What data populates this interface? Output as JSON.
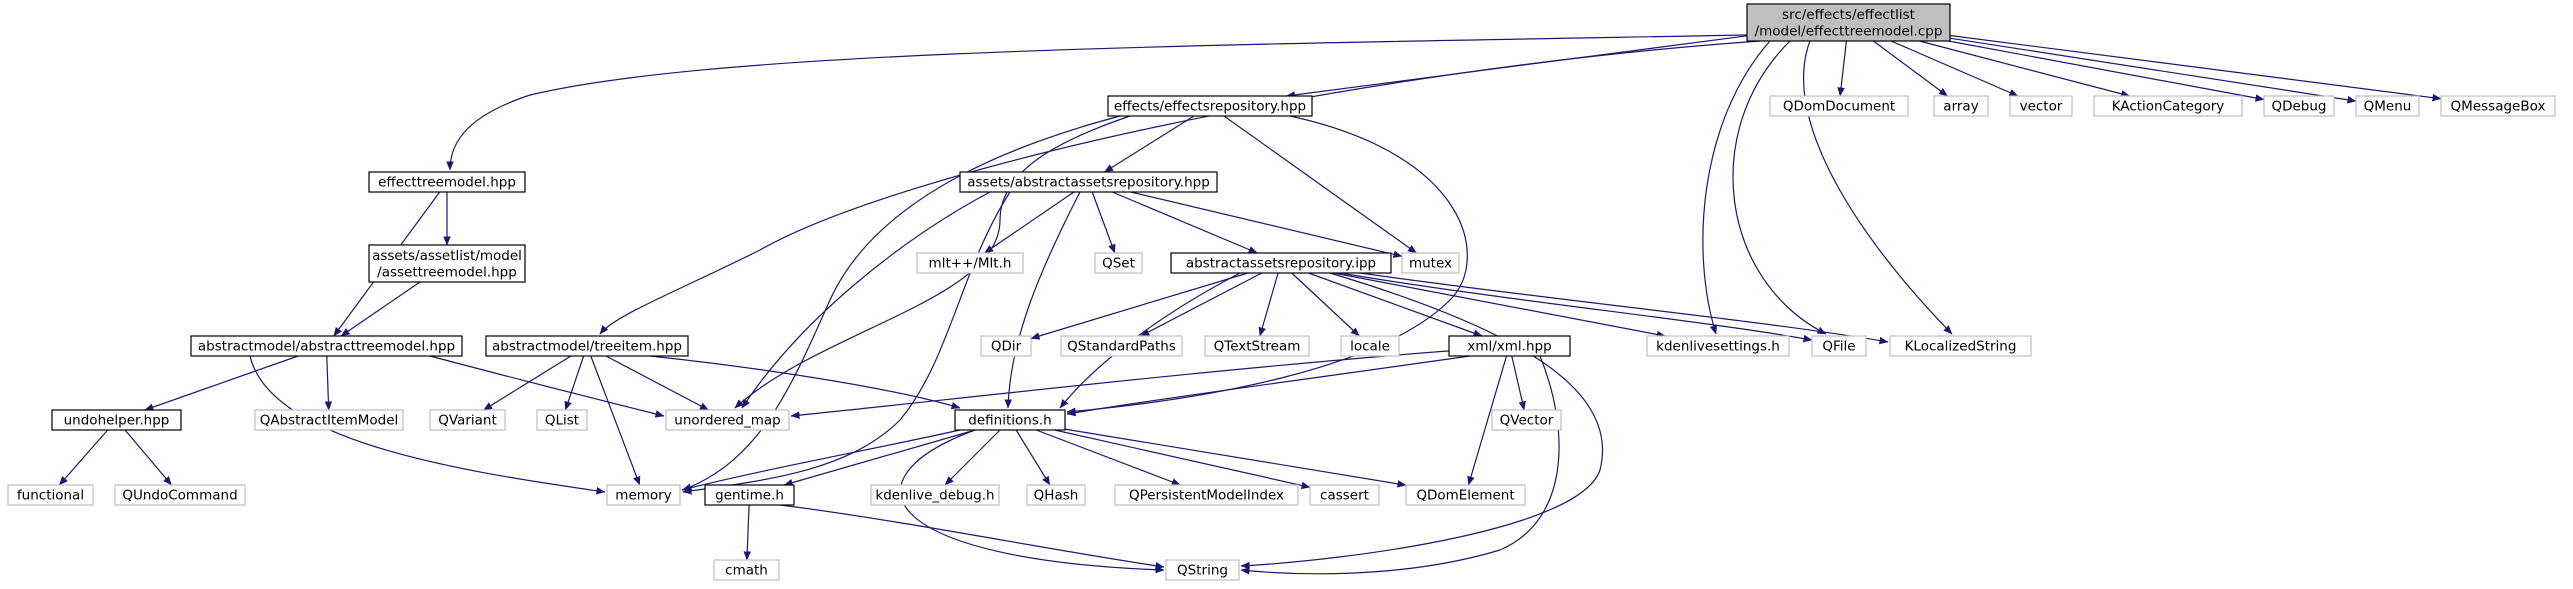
{
  "colors": {
    "edge": "#191970",
    "root_fill": "#bfbfbf",
    "root_border": "#000000",
    "local_fill": "#ffffff",
    "local_border": "#000000",
    "system_fill": "#ffffff",
    "system_border": "#bfbfbf"
  },
  "nodes": {
    "root": {
      "lines": [
        "src/effects/effectlist",
        "/model/effecttreemodel.cpp"
      ],
      "kind": "root"
    },
    "effects_repo": {
      "lines": [
        "effects/effectsrepository.hpp"
      ],
      "kind": "local"
    },
    "effecttreemodel_hpp": {
      "lines": [
        "effecttreemodel.hpp"
      ],
      "kind": "local"
    },
    "assettreemodel": {
      "lines": [
        "assets/assetlist/model",
        "/assettreemodel.hpp"
      ],
      "kind": "local"
    },
    "abstracttreemodel": {
      "lines": [
        "abstractmodel/abstracttreemodel.hpp"
      ],
      "kind": "local"
    },
    "undohelper": {
      "lines": [
        "undohelper.hpp"
      ],
      "kind": "local"
    },
    "functional": {
      "lines": [
        "functional"
      ],
      "kind": "system"
    },
    "qundocommand": {
      "lines": [
        "QUndoCommand"
      ],
      "kind": "system"
    },
    "qabstractitemmodel": {
      "lines": [
        "QAbstractItemModel"
      ],
      "kind": "system"
    },
    "treeitem": {
      "lines": [
        "abstractmodel/treeitem.hpp"
      ],
      "kind": "local"
    },
    "qvariant": {
      "lines": [
        "QVariant"
      ],
      "kind": "system"
    },
    "qlist": {
      "lines": [
        "QList"
      ],
      "kind": "system"
    },
    "unordered_map": {
      "lines": [
        "unordered_map"
      ],
      "kind": "system"
    },
    "memory": {
      "lines": [
        "memory"
      ],
      "kind": "system"
    },
    "abstractassetsrepo_hpp": {
      "lines": [
        "assets/abstractassetsrepository.hpp"
      ],
      "kind": "local"
    },
    "mlt": {
      "lines": [
        "mlt++/Mlt.h"
      ],
      "kind": "system"
    },
    "qset": {
      "lines": [
        "QSet"
      ],
      "kind": "system"
    },
    "mutex": {
      "lines": [
        "mutex"
      ],
      "kind": "system"
    },
    "abstractassetsrepo_ipp": {
      "lines": [
        "abstractassetsrepository.ipp"
      ],
      "kind": "local"
    },
    "qdir": {
      "lines": [
        "QDir"
      ],
      "kind": "system"
    },
    "qstandardpaths": {
      "lines": [
        "QStandardPaths"
      ],
      "kind": "system"
    },
    "qtextstream": {
      "lines": [
        "QTextStream"
      ],
      "kind": "system"
    },
    "locale": {
      "lines": [
        "locale"
      ],
      "kind": "system"
    },
    "xml": {
      "lines": [
        "xml/xml.hpp"
      ],
      "kind": "local"
    },
    "qvector": {
      "lines": [
        "QVector"
      ],
      "kind": "system"
    },
    "kdenlivesettings": {
      "lines": [
        "kdenlivesettings.h"
      ],
      "kind": "system"
    },
    "qfile": {
      "lines": [
        "QFile"
      ],
      "kind": "system"
    },
    "klocalizedstring": {
      "lines": [
        "KLocalizedString"
      ],
      "kind": "system"
    },
    "definitions": {
      "lines": [
        "definitions.h"
      ],
      "kind": "local"
    },
    "gentime": {
      "lines": [
        "gentime.h"
      ],
      "kind": "local"
    },
    "cmath": {
      "lines": [
        "cmath"
      ],
      "kind": "system"
    },
    "kdenlive_debug": {
      "lines": [
        "kdenlive_debug.h"
      ],
      "kind": "system"
    },
    "qhash": {
      "lines": [
        "QHash"
      ],
      "kind": "system"
    },
    "qpersistentmodelindex": {
      "lines": [
        "QPersistentModelIndex"
      ],
      "kind": "system"
    },
    "cassert": {
      "lines": [
        "cassert"
      ],
      "kind": "system"
    },
    "qdomelement": {
      "lines": [
        "QDomElement"
      ],
      "kind": "system"
    },
    "qstring": {
      "lines": [
        "QString"
      ],
      "kind": "system"
    },
    "qdomdocument": {
      "lines": [
        "QDomDocument"
      ],
      "kind": "system"
    },
    "array": {
      "lines": [
        "array"
      ],
      "kind": "system"
    },
    "vector": {
      "lines": [
        "vector"
      ],
      "kind": "system"
    },
    "kactioncategory": {
      "lines": [
        "KActionCategory"
      ],
      "kind": "system"
    },
    "qdebug": {
      "lines": [
        "QDebug"
      ],
      "kind": "system"
    },
    "qmenu": {
      "lines": [
        "QMenu"
      ],
      "kind": "system"
    },
    "qmessagebox": {
      "lines": [
        "QMessageBox"
      ],
      "kind": "system"
    }
  },
  "edges": [
    [
      "root",
      "effects_repo"
    ],
    [
      "root",
      "effecttreemodel_hpp"
    ],
    [
      "root",
      "treeitem"
    ],
    [
      "root",
      "qdomdocument"
    ],
    [
      "root",
      "array"
    ],
    [
      "root",
      "vector"
    ],
    [
      "root",
      "kactioncategory"
    ],
    [
      "root",
      "qdebug"
    ],
    [
      "root",
      "qmenu"
    ],
    [
      "root",
      "qmessagebox"
    ],
    [
      "root",
      "kdenlivesettings"
    ],
    [
      "root",
      "qfile"
    ],
    [
      "root",
      "klocalizedstring"
    ],
    [
      "effects_repo",
      "abstractassetsrepo_hpp"
    ],
    [
      "effects_repo",
      "unordered_map"
    ],
    [
      "effects_repo",
      "memory"
    ],
    [
      "effects_repo",
      "mutex"
    ],
    [
      "effects_repo",
      "definitions"
    ],
    [
      "effecttreemodel_hpp",
      "assettreemodel"
    ],
    [
      "effecttreemodel_hpp",
      "abstracttreemodel"
    ],
    [
      "assettreemodel",
      "abstracttreemodel"
    ],
    [
      "abstracttreemodel",
      "undohelper"
    ],
    [
      "abstracttreemodel",
      "qabstractitemmodel"
    ],
    [
      "abstracttreemodel",
      "unordered_map"
    ],
    [
      "abstracttreemodel",
      "memory"
    ],
    [
      "undohelper",
      "functional"
    ],
    [
      "undohelper",
      "qundocommand"
    ],
    [
      "treeitem",
      "qvariant"
    ],
    [
      "treeitem",
      "qlist"
    ],
    [
      "treeitem",
      "unordered_map"
    ],
    [
      "treeitem",
      "memory"
    ],
    [
      "treeitem",
      "definitions"
    ],
    [
      "abstractassetsrepo_hpp",
      "mlt"
    ],
    [
      "abstractassetsrepo_hpp",
      "qset"
    ],
    [
      "abstractassetsrepo_hpp",
      "mutex"
    ],
    [
      "abstractassetsrepo_hpp",
      "abstractassetsrepo_ipp"
    ],
    [
      "abstractassetsrepo_hpp",
      "unordered_map"
    ],
    [
      "abstractassetsrepo_hpp",
      "memory"
    ],
    [
      "abstractassetsrepo_hpp",
      "definitions"
    ],
    [
      "abstractassetsrepo_ipp",
      "qdir"
    ],
    [
      "abstractassetsrepo_ipp",
      "qstandardpaths"
    ],
    [
      "abstractassetsrepo_ipp",
      "qtextstream"
    ],
    [
      "abstractassetsrepo_ipp",
      "locale"
    ],
    [
      "abstractassetsrepo_ipp",
      "xml"
    ],
    [
      "abstractassetsrepo_ipp",
      "kdenlivesettings"
    ],
    [
      "abstractassetsrepo_ipp",
      "qfile"
    ],
    [
      "abstractassetsrepo_ipp",
      "klocalizedstring"
    ],
    [
      "abstractassetsrepo_ipp",
      "definitions"
    ],
    [
      "abstractassetsrepo_ipp",
      "qstring"
    ],
    [
      "xml",
      "qvector"
    ],
    [
      "xml",
      "qdomelement"
    ],
    [
      "xml",
      "unordered_map"
    ],
    [
      "xml",
      "definitions"
    ],
    [
      "xml",
      "qstring"
    ],
    [
      "definitions",
      "gentime"
    ],
    [
      "definitions",
      "kdenlive_debug"
    ],
    [
      "definitions",
      "qhash"
    ],
    [
      "definitions",
      "qpersistentmodelindex"
    ],
    [
      "definitions",
      "cassert"
    ],
    [
      "definitions",
      "qdomelement"
    ],
    [
      "definitions",
      "memory"
    ],
    [
      "definitions",
      "qstring"
    ],
    [
      "gentime",
      "cmath"
    ],
    [
      "gentime",
      "qstring"
    ]
  ]
}
